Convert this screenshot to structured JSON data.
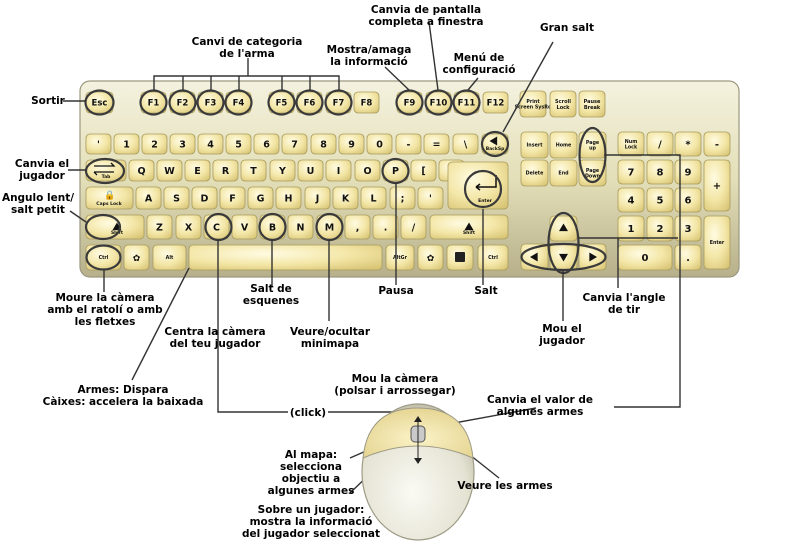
{
  "keyboard": {
    "function_row": [
      "Esc",
      "F1",
      "F2",
      "F3",
      "F4",
      "F5",
      "F6",
      "F7",
      "F8",
      "F9",
      "F10",
      "F11",
      "F12"
    ],
    "system_keys": [
      "Print Screen SysRq",
      "Scroll Lock",
      "Pause Break"
    ],
    "number_row": [
      "'",
      "1",
      "2",
      "3",
      "4",
      "5",
      "6",
      "7",
      "8",
      "9",
      "0",
      "-",
      "=",
      "\\",
      "BackSp"
    ],
    "row_q": [
      "Tab",
      "Q",
      "W",
      "E",
      "R",
      "T",
      "Y",
      "U",
      "I",
      "O",
      "P",
      "[",
      "]"
    ],
    "row_a": [
      "Caps Lock",
      "A",
      "S",
      "D",
      "F",
      "G",
      "H",
      "J",
      "K",
      "L",
      ";",
      "'",
      "Enter"
    ],
    "row_z": [
      "Shift",
      "Z",
      "X",
      "C",
      "V",
      "B",
      "N",
      "M",
      ",",
      ".",
      "/",
      "Shift"
    ],
    "row_bottom": [
      "Ctrl",
      "Alt",
      "AltGr",
      "Ctrl"
    ],
    "nav_keys": [
      "Insert",
      "Home",
      "Page up",
      "Delete",
      "End",
      "Page Down"
    ],
    "numpad": [
      "Num Lock",
      "/",
      "*",
      "-",
      "7",
      "8",
      "9",
      "+",
      "4",
      "5",
      "6",
      "1",
      "2",
      "3",
      "Enter",
      "0",
      "."
    ]
  },
  "annotations": {
    "sortir": "Sortir",
    "canvia_jugador": [
      "Canvia el",
      "jugador"
    ],
    "angulo": [
      "Angulo lent/",
      "salt petit"
    ],
    "categoria": [
      "Canvi de categoria",
      "de l'arma"
    ],
    "mostra": [
      "Mostra/amaga",
      "la informació"
    ],
    "pantalla": [
      "Canvia de pantalla",
      "completa a finestra"
    ],
    "menu": [
      "Menú de",
      "configuració"
    ],
    "gran_salt": "Gran salt",
    "moure_camera": [
      "Moure la càmera",
      "amb el ratolí o amb",
      "les fletxes"
    ],
    "salt_esquenes": [
      "Salt de",
      "esquenes"
    ],
    "pausa": "Pausa",
    "salt": "Salt",
    "angle_tir": [
      "Canvia l'angle",
      "de tir"
    ],
    "mou_jugador": [
      "Mou el",
      "jugador"
    ],
    "centra": [
      "Centra la càmera",
      "del teu jugador"
    ],
    "minimapa": [
      "Veure/ocultar",
      "minimapa"
    ],
    "armes": [
      "Armes: Dispara",
      "Càixes: accelera la baixada"
    ],
    "mou_camera_mouse": [
      "Mou la càmera",
      "(polsar i arrossegar)"
    ],
    "valor_armes": [
      "Canvia el valor de",
      "algunes armes"
    ],
    "click": "(click)",
    "al_mapa": [
      "Al mapa:",
      "selecciona",
      "objectiu a",
      "algunes armes"
    ],
    "veure_armes": "Veure les armes",
    "sobre_jugador": [
      "Sobre un jugador:",
      "mostra la informació",
      "del jugador seleccionat"
    ]
  }
}
